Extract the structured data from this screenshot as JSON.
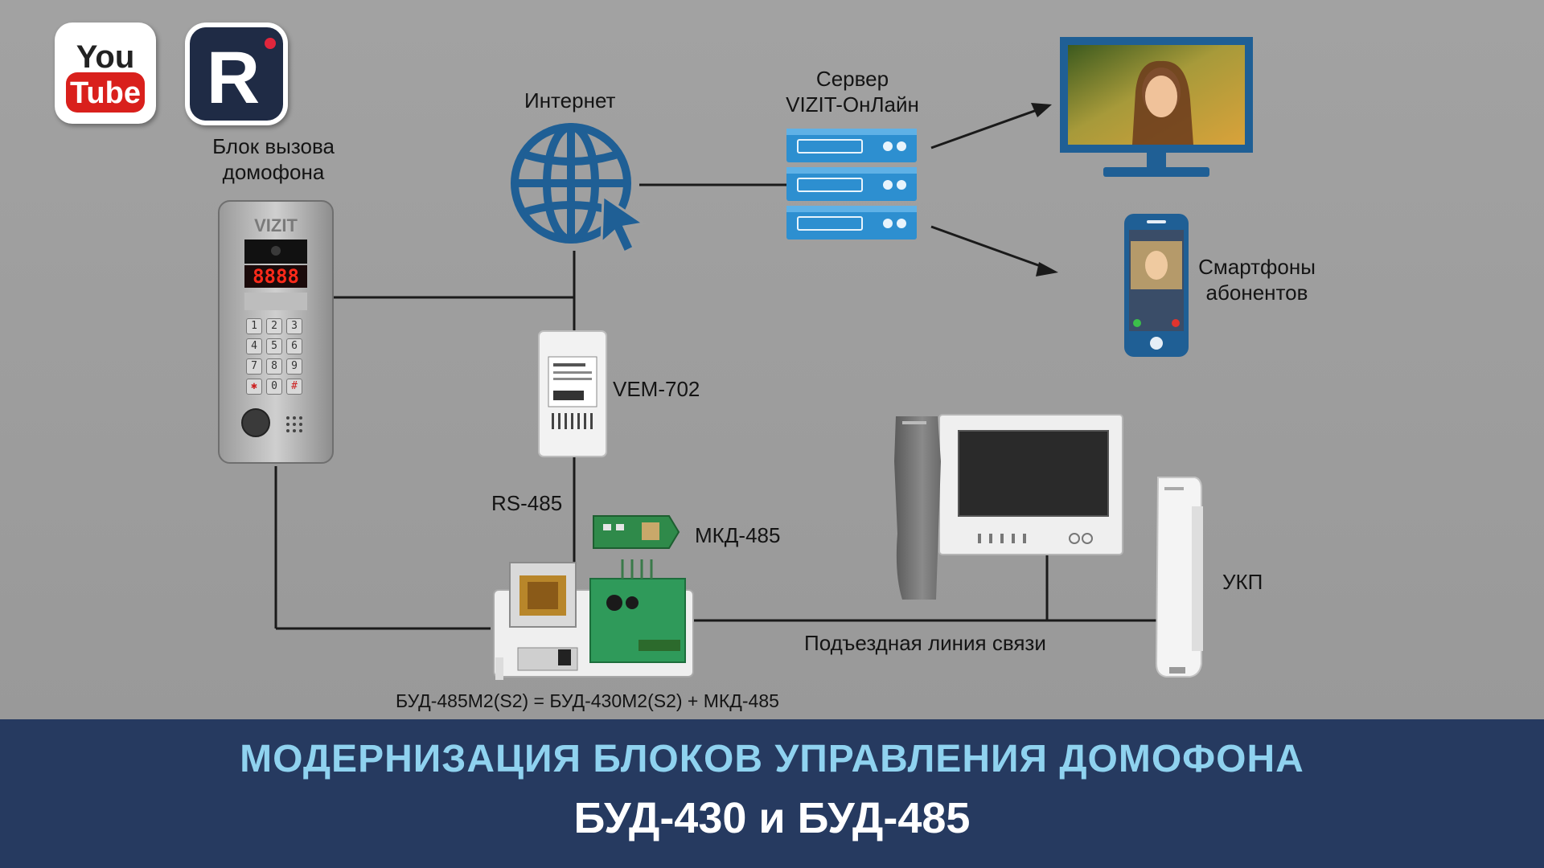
{
  "labels": {
    "intercom_panel": "Блок вызова домофона",
    "internet": "Интернет",
    "server_line1": "Сервер",
    "server_line2": "VIZIT-ОнЛайн",
    "smartphones_line1": "Смартфоны",
    "smartphones_line2": "абонентов",
    "vem": "VEM-702",
    "rs485": "RS-485",
    "mkd": "МКД-485",
    "ukp": "УКП",
    "line": "Подъездная линия связи",
    "formula": "БУД-485М2(S2) = БУД-430М2(S2) + МКД-485"
  },
  "panel": {
    "brand": "VIZIT",
    "display": "8888",
    "keys": [
      "1",
      "2",
      "3",
      "4",
      "5",
      "6",
      "7",
      "8",
      "9",
      "✱",
      "0",
      "#"
    ]
  },
  "logos": {
    "youtube_top": "You",
    "youtube_bottom": "Tube",
    "r_letter": "R"
  },
  "banner": {
    "line1": "МОДЕРНИЗАЦИЯ БЛОКОВ УПРАВЛЕНИЯ ДОМОФОНА",
    "line2": "БУД-430 и БУД-485"
  },
  "colors": {
    "background": "#9d9d9d",
    "banner": "#263a60",
    "banner_title": "#8fd2ef",
    "icon_blue": "#1f5f95",
    "server_blue": "#2d8fd0"
  }
}
